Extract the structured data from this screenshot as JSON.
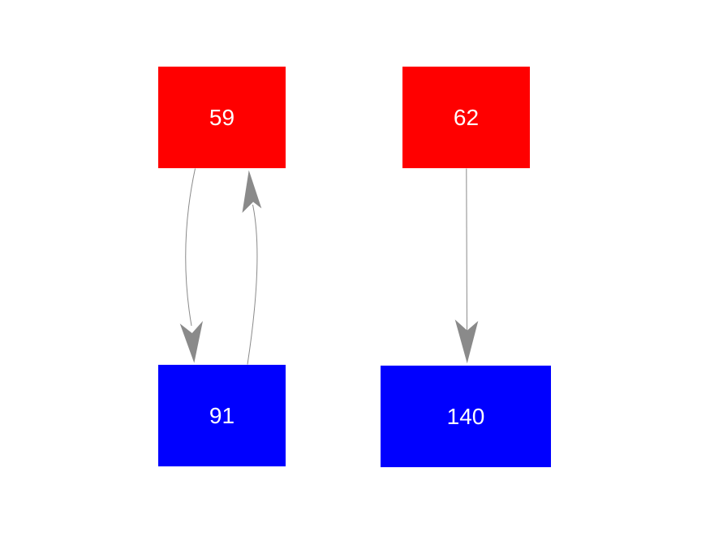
{
  "diagram": {
    "background": "#ffffff",
    "edge_color": "#8a8a8a",
    "nodes": [
      {
        "id": "59",
        "label": "59",
        "fill": "#ff0000",
        "text_color": "#ffffff"
      },
      {
        "id": "62",
        "label": "62",
        "fill": "#ff0000",
        "text_color": "#ffffff"
      },
      {
        "id": "91",
        "label": "91",
        "fill": "#0000ff",
        "text_color": "#ffffff"
      },
      {
        "id": "140",
        "label": "140",
        "fill": "#0000ff",
        "text_color": "#ffffff"
      }
    ],
    "edges": [
      {
        "from": "59",
        "to": "91",
        "style": "curved"
      },
      {
        "from": "91",
        "to": "59",
        "style": "curved"
      },
      {
        "from": "62",
        "to": "140",
        "style": "straight"
      }
    ]
  }
}
